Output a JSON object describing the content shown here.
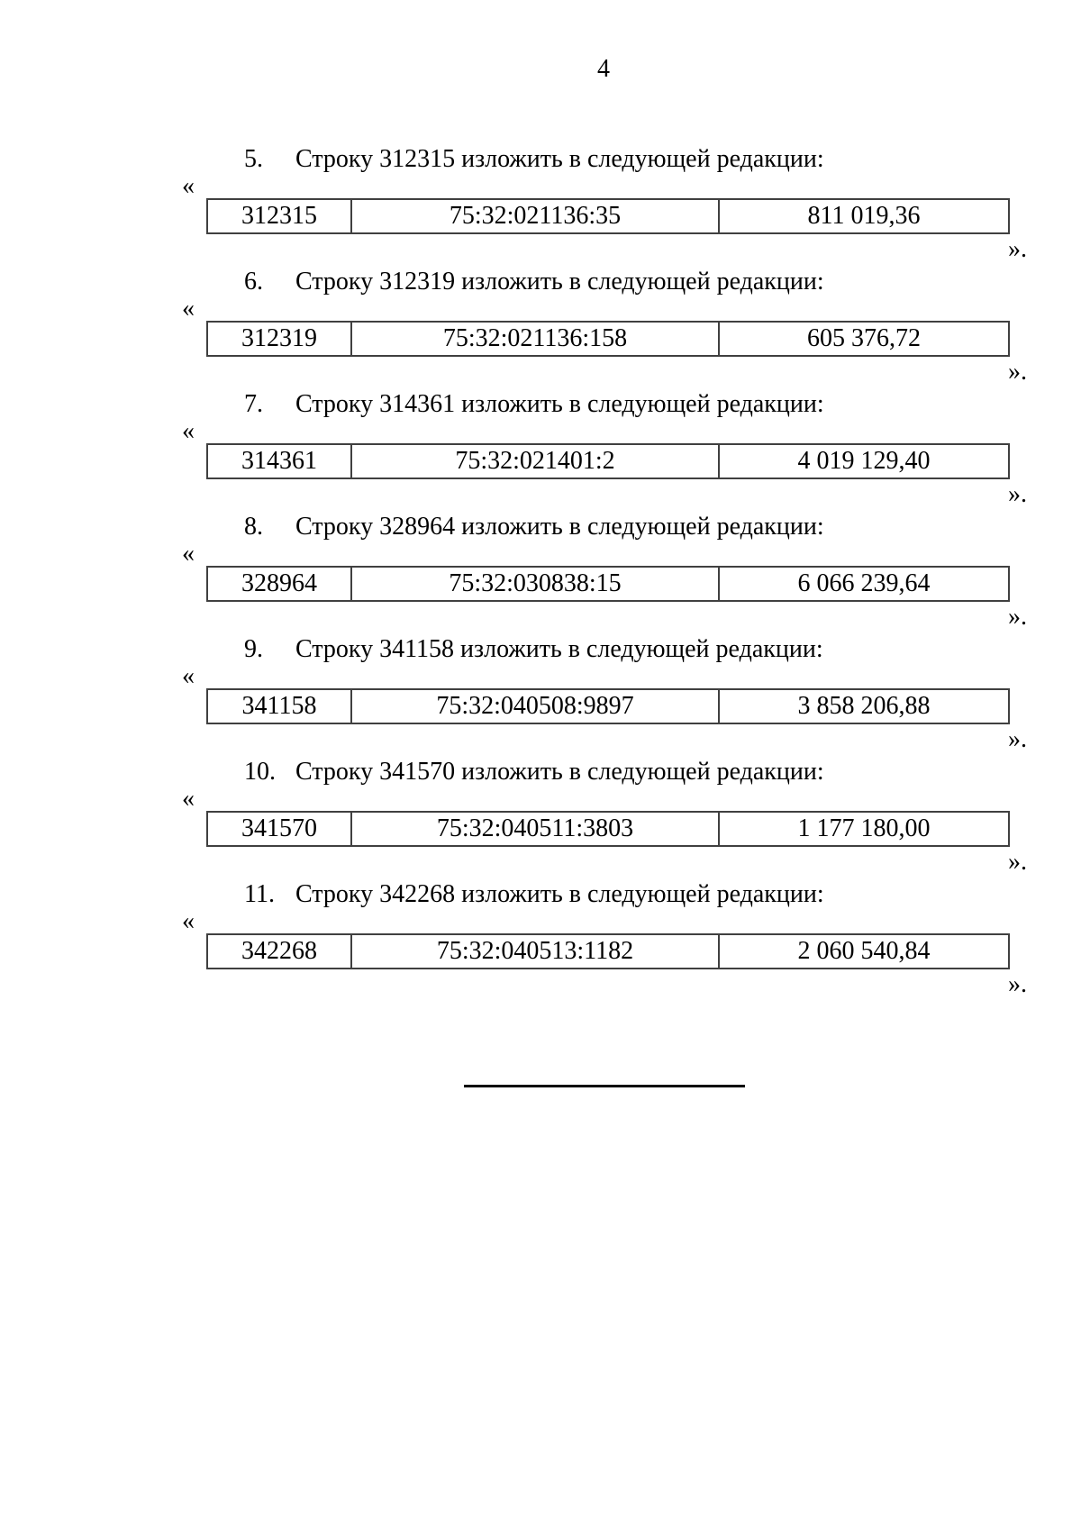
{
  "page": {
    "number": "4",
    "quote_open": "«",
    "quote_close": "»."
  },
  "items": [
    {
      "num": "5.",
      "intro": "Строку 312315 изложить в следующей редакции:",
      "row": {
        "line": "312315",
        "cadastral": "75:32:021136:35",
        "amount": "811 019,36"
      }
    },
    {
      "num": "6.",
      "intro": "Строку 312319 изложить в следующей редакции:",
      "row": {
        "line": "312319",
        "cadastral": "75:32:021136:158",
        "amount": "605 376,72"
      }
    },
    {
      "num": "7.",
      "intro": "Строку 314361 изложить в следующей редакции:",
      "row": {
        "line": "314361",
        "cadastral": "75:32:021401:2",
        "amount": "4 019 129,40"
      }
    },
    {
      "num": "8.",
      "intro": "Строку 328964 изложить в следующей редакции:",
      "row": {
        "line": "328964",
        "cadastral": "75:32:030838:15",
        "amount": "6 066 239,64"
      }
    },
    {
      "num": "9.",
      "intro": "Строку 341158 изложить в следующей редакции:",
      "row": {
        "line": "341158",
        "cadastral": "75:32:040508:9897",
        "amount": "3 858 206,88"
      }
    },
    {
      "num": "10.",
      "intro": "Строку 341570 изложить в следующей редакции:",
      "row": {
        "line": "341570",
        "cadastral": "75:32:040511:3803",
        "amount": "1 177 180,00"
      }
    },
    {
      "num": "11.",
      "intro": "Строку 342268 изложить в следующей редакции:",
      "row": {
        "line": "342268",
        "cadastral": "75:32:040513:1182",
        "amount": "2 060 540,84"
      }
    }
  ]
}
